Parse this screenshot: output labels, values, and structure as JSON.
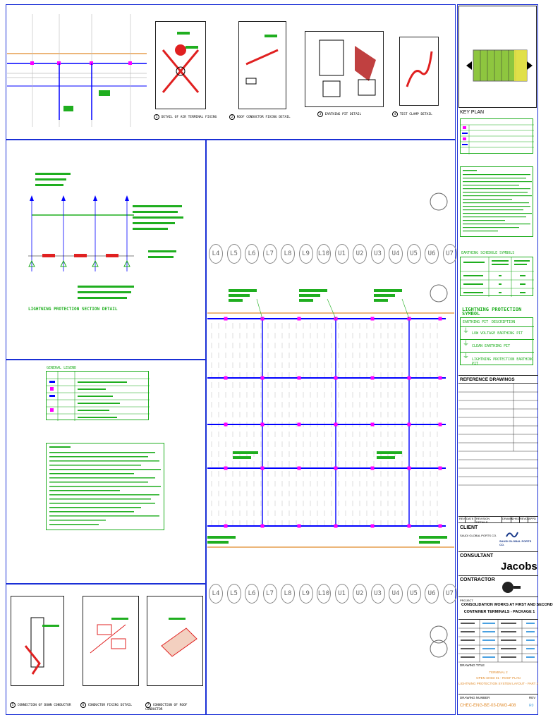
{
  "key_plan": {
    "label": "KEY PLAN"
  },
  "reference_drawings": {
    "label": "REFERENCE DRAWINGS"
  },
  "revision_header": {
    "rev": "REV",
    "date": "DATE",
    "details": "REVISION DETAILS",
    "drawn": "DRAWN",
    "checked": "CHKD",
    "reviewed": "REVD",
    "approved": "APPD"
  },
  "client": {
    "label": "CLIENT",
    "name": "SAUDI GLOBAL PORTS CO.",
    "logo_text": "SAUDI GLOBAL PORTS CO."
  },
  "consultant": {
    "label": "CONSULTANT",
    "logo_text": "Jacobs"
  },
  "contractor": {
    "label": "CONTRACTOR"
  },
  "project": {
    "label": "PROJECT",
    "title_line1": "CONSOLIDATION WORKS AT FIRST AND SECOND",
    "title_line2": "CONTAINER TERMINALS - PACKAGE 1"
  },
  "drawing_title": {
    "label": "DRAWING TITLE",
    "line1": "TERMINAL 2",
    "line2": "OPEN SHED 01 - ROOF PLAN",
    "line3": "LIGHTNING PROTECTION SYSTEM LAYOUT - PART 3"
  },
  "drawing_number": {
    "label": "DRAWING NUMBER",
    "rev_label": "REV",
    "value": "CHEC-ENG-BE-03-DWG-408",
    "rev": "R0"
  },
  "legend": {
    "title": "LIGHTNING PROTECTION SYMBOL",
    "col1": "EARTHING PIT",
    "col2": "DESCRIPTION",
    "rows": [
      {
        "symbol": "⏚",
        "text": "LOW VOLTAGE EARTHING PIT"
      },
      {
        "symbol": "⏚",
        "text": "CLEAN EARTHING PIT"
      },
      {
        "symbol": "⏚",
        "text": "LIGHTNING PROTECTION EARTHING PIT"
      }
    ]
  },
  "general_legend_title": "GENERAL LEGEND",
  "earthing_schedule_title": "EARTHING SCHEDULE SYMBOLS",
  "section_label": "LIGHTNING PROTECTION SECTION DETAIL",
  "grid_top": [
    "L4",
    "L5",
    "L6",
    "L7",
    "L8",
    "L9",
    "L10",
    "U1",
    "U2",
    "U3",
    "U4",
    "U5",
    "U6",
    "U7"
  ],
  "grid_bottom": [
    "L4",
    "L5",
    "L6",
    "L7",
    "L8",
    "L9",
    "L10",
    "U1",
    "U2",
    "U3",
    "U4",
    "U5",
    "U6",
    "U7"
  ],
  "details": [
    {
      "num": "1",
      "title": "DETAIL OF AIR TERMINAL FIXING"
    },
    {
      "num": "2",
      "title": "ROOF CONDUCTOR FIXING DETAIL"
    },
    {
      "num": "3",
      "title": "EARTHING PIT DETAIL"
    },
    {
      "num": "4",
      "title": "TEST CLAMP DETAIL"
    },
    {
      "num": "5",
      "title": "CONNECTION OF DOWN CONDUCTOR"
    },
    {
      "num": "6",
      "title": "CONDUCTOR FIXING DETAIL"
    },
    {
      "num": "7",
      "title": "CONNECTION OF ROOF CONDUCTOR"
    }
  ],
  "colors": {
    "frame": "#1a2fd6",
    "green": "#1fae1f",
    "magenta": "#ff00ff",
    "blue": "#0000ff",
    "red": "#e02020",
    "orange": "#e08a2a"
  }
}
